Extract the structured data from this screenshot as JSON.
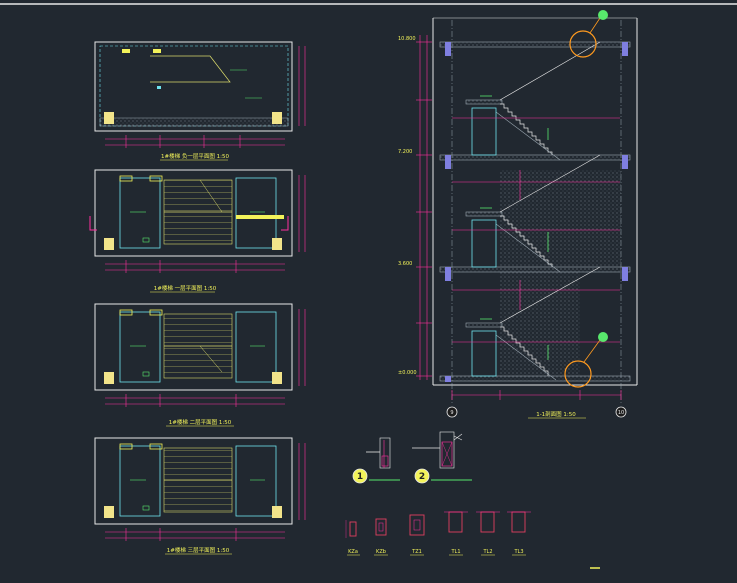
{
  "colors": {
    "background": "#212830",
    "frame": "#e8e8e8",
    "wall": "#6fe4ee",
    "dimension": "#ff2f9e",
    "leader": "#58e86c",
    "text_yellow": "#f3f35a",
    "hatch": "#9aa6b0",
    "callout": "#ff9a1f",
    "column": "#e04060"
  },
  "plans": [
    {
      "caption": "1#楼梯 负一层平面图 1:50"
    },
    {
      "caption": "1#楼梯 一层平面图 1:50"
    },
    {
      "caption": "1#楼梯 二层平面图 1:50"
    },
    {
      "caption": "1#楼梯 三层平面图 1:50"
    }
  ],
  "section": {
    "caption": "1-1剖面图 1:50",
    "axis_left": "9",
    "axis_right": "10",
    "level_labels": [
      "10.800",
      "7.200",
      "3.600",
      "±0.000"
    ]
  },
  "details": [
    {
      "mark": "1"
    },
    {
      "mark": "2"
    }
  ],
  "column_sections": [
    {
      "label": "KZa"
    },
    {
      "label": "KZb"
    },
    {
      "label": "TZ1"
    },
    {
      "label": "TL1"
    },
    {
      "label": "TL2"
    },
    {
      "label": "TL3"
    }
  ],
  "icons": {
    "section_arrow": "section-cut-marker-icon",
    "callout": "detail-callout-circle-icon"
  }
}
